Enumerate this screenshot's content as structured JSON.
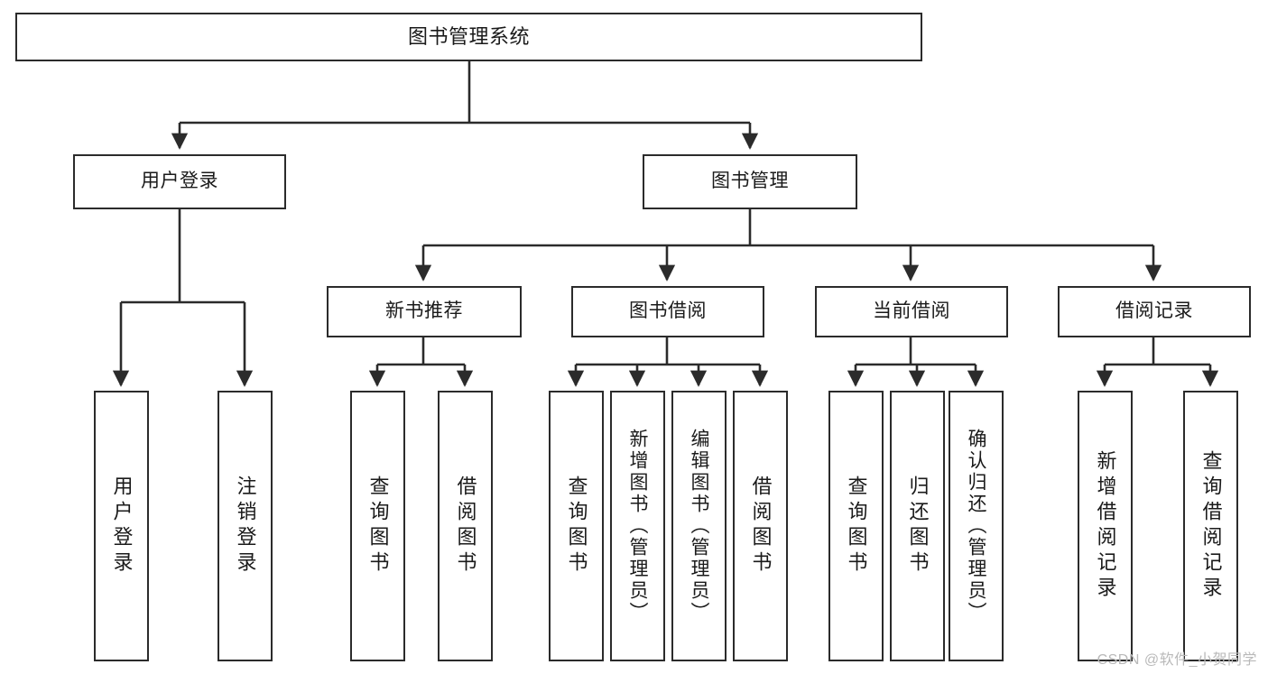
{
  "diagram": {
    "title": "图书管理系统",
    "type": "tree-hierarchy-diagram",
    "colors": {
      "box_border": "#2b2b2b",
      "box_fill": "#ffffff",
      "connector": "#2b2b2b",
      "text": "#1a1a1a",
      "watermark": "#b9b9b9",
      "background": "#ffffff"
    },
    "root": {
      "label": "图书管理系统"
    },
    "level1": [
      {
        "label": "用户登录"
      },
      {
        "label": "图书管理"
      }
    ],
    "level2": [
      {
        "label": "新书推荐"
      },
      {
        "label": "图书借阅"
      },
      {
        "label": "当前借阅"
      },
      {
        "label": "借阅记录"
      }
    ],
    "leaves": {
      "user_login": [
        {
          "label": "用户登录"
        },
        {
          "label": "注销登录"
        }
      ],
      "new_book_recommend": [
        {
          "label": "查询图书"
        },
        {
          "label": "借阅图书"
        }
      ],
      "book_borrow": [
        {
          "label": "查询图书"
        },
        {
          "label": "新增图书（管理员）"
        },
        {
          "label": "编辑图书（管理员）"
        },
        {
          "label": "借阅图书"
        }
      ],
      "current_borrow": [
        {
          "label": "查询图书"
        },
        {
          "label": "归还图书"
        },
        {
          "label": "确认归还（管理员）"
        }
      ],
      "borrow_record": [
        {
          "label": "新增借阅记录"
        },
        {
          "label": "查询借阅记录"
        }
      ]
    },
    "watermark": "CSDN @软件_小贺同学"
  }
}
